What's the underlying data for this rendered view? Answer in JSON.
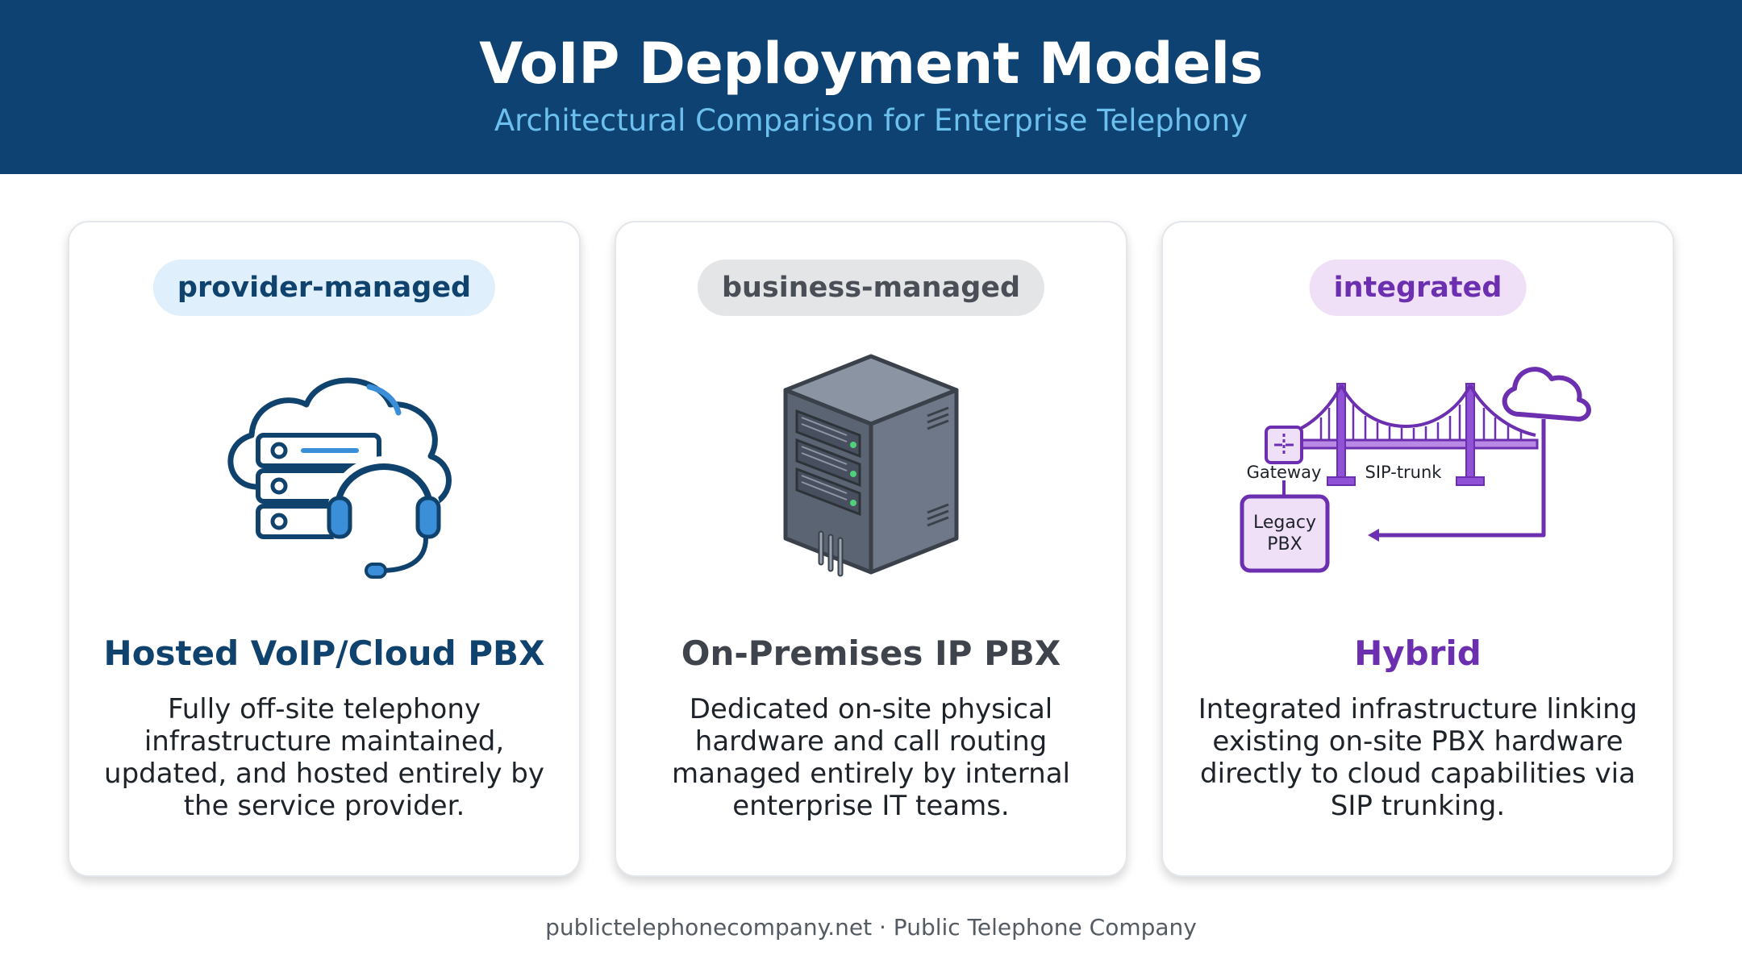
{
  "header": {
    "title": "VoIP Deployment Models",
    "subtitle": "Architectural Comparison for Enterprise Telephony"
  },
  "cards": [
    {
      "badge": "provider-managed",
      "title": "Hosted VoIP/Cloud PBX",
      "description": "Fully off-site telephony infrastructure maintained, updated, and hosted entirely by the service provider.",
      "icon": "cloud-server-headset-icon"
    },
    {
      "badge": "business-managed",
      "title": "On-Premises IP PBX",
      "description": "Dedicated on-site physical hardware and call routing managed entirely by internal enterprise IT teams.",
      "icon": "server-tower-icon"
    },
    {
      "badge": "integrated",
      "title": "Hybrid",
      "description": "Integrated infrastructure linking existing on-site PBX hardware directly to cloud capabilities via SIP trunking.",
      "icon": "bridge-cloud-icon",
      "diagram": {
        "gateway_label": "Gateway",
        "sip_label": "SIP-trunk",
        "pbx_line1": "Legacy",
        "pbx_line2": "PBX"
      }
    }
  ],
  "colors": {
    "header_bg": "#0e4272",
    "subtitle": "#6cc0ee",
    "hosted_accent": "#10426e",
    "onprem_accent": "#3f444c",
    "hybrid_accent": "#6b2fb0"
  },
  "footer": {
    "text": "publictelephonecompany.net · Public Telephone Company"
  }
}
